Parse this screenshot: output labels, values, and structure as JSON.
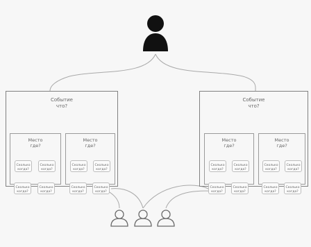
{
  "event": {
    "line1": "Событие",
    "line2": "что?"
  },
  "place": {
    "line1": "Место",
    "line2": "где?"
  },
  "place_alt": {
    "line1": "Место",
    "line2": "где?"
  },
  "slot": {
    "line1": "Сколько",
    "line2": "когда?"
  },
  "icons": {
    "top": "person-icon",
    "bottom": "person-outline-icon"
  },
  "colors": {
    "person": "#111111",
    "line": "#a9a9a9",
    "border": "#8a8a8a"
  }
}
